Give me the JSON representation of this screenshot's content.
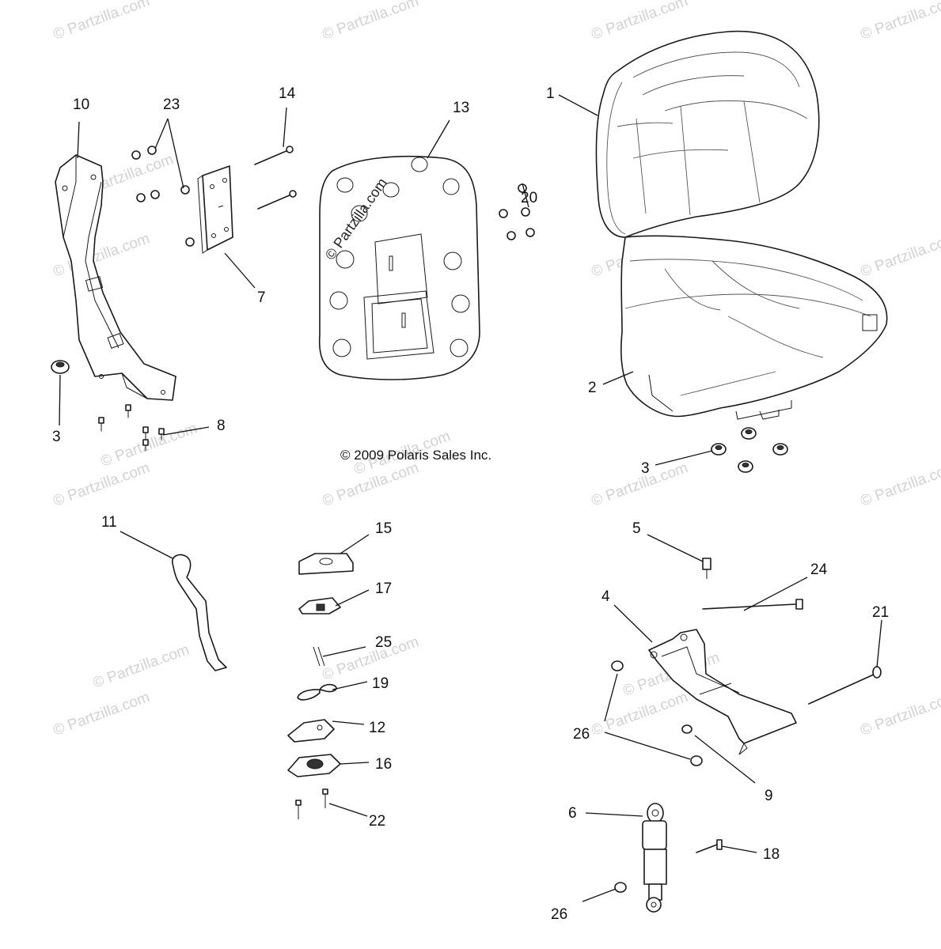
{
  "copyright": "© 2009 Polaris Sales Inc.",
  "watermark": "© Partzilla.com",
  "callouts": [
    {
      "id": "1"
    },
    {
      "id": "2"
    },
    {
      "id": "3a"
    },
    {
      "id": "3b"
    },
    {
      "id": "4"
    },
    {
      "id": "5"
    },
    {
      "id": "6"
    },
    {
      "id": "7"
    },
    {
      "id": "8"
    },
    {
      "id": "9"
    },
    {
      "id": "10"
    },
    {
      "id": "11"
    },
    {
      "id": "12"
    },
    {
      "id": "13"
    },
    {
      "id": "14"
    },
    {
      "id": "15"
    },
    {
      "id": "16"
    },
    {
      "id": "17"
    },
    {
      "id": "18"
    },
    {
      "id": "19"
    },
    {
      "id": "20"
    },
    {
      "id": "21"
    },
    {
      "id": "22"
    },
    {
      "id": "23"
    },
    {
      "id": "24"
    },
    {
      "id": "25"
    },
    {
      "id": "26a"
    },
    {
      "id": "26b"
    }
  ],
  "labels": {
    "c1": "1",
    "c2": "2",
    "c3a": "3",
    "c3b": "3",
    "c4": "4",
    "c5": "5",
    "c6": "6",
    "c7": "7",
    "c8": "8",
    "c9": "9",
    "c10": "10",
    "c11": "11",
    "c12": "12",
    "c13": "13",
    "c14": "14",
    "c15": "15",
    "c16": "16",
    "c17": "17",
    "c18": "18",
    "c19": "19",
    "c20": "20",
    "c21": "21",
    "c22": "22",
    "c23": "23",
    "c24": "24",
    "c25": "25",
    "c26a": "26",
    "c26b": "26"
  }
}
